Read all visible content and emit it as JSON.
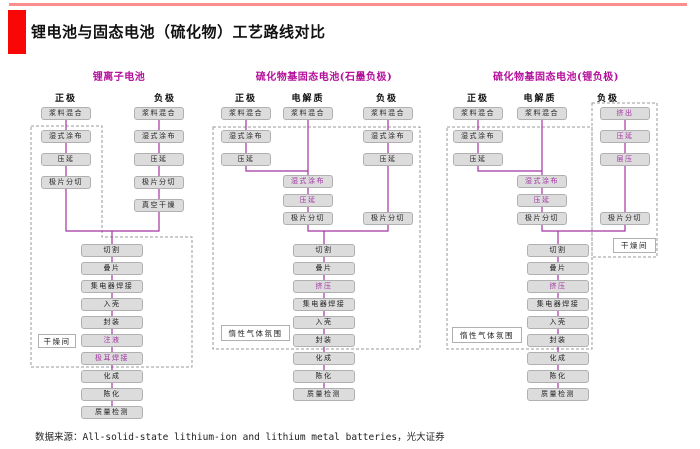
{
  "header": {
    "title": "锂电池与固态电池（硫化物）工艺路线对比"
  },
  "footer": {
    "source": "数据来源：All-solid-state lithium-ion and lithium metal batteries，光大证券"
  },
  "colors": {
    "accent_red": "#f90606",
    "top_line": "#fc8e8b",
    "flow_magenta": "#a233a2",
    "title_magenta": "#b5109b",
    "box_fill": "#dcdcdc",
    "box_border": "#b0b0b0",
    "zone_dashed": "#9a9a9a"
  },
  "sections": [
    {
      "title": "锂离子电池",
      "columns": [
        {
          "header": "正极",
          "steps": [
            {
              "label": "浆料混合",
              "highlight": false
            },
            {
              "label": "湿式涂布",
              "highlight": false
            },
            {
              "label": "压延",
              "highlight": false
            },
            {
              "label": "极片分切",
              "highlight": false
            }
          ]
        },
        {
          "header": "负极",
          "steps": [
            {
              "label": "浆料混合",
              "highlight": false
            },
            {
              "label": "湿式涂布",
              "highlight": false
            },
            {
              "label": "压延",
              "highlight": false
            },
            {
              "label": "极片分切",
              "highlight": false
            },
            {
              "label": "真空干燥",
              "highlight": false
            }
          ]
        }
      ],
      "merged_steps": [
        {
          "label": "切割",
          "highlight": false
        },
        {
          "label": "叠片",
          "highlight": false
        },
        {
          "label": "集电器焊接",
          "highlight": false
        },
        {
          "label": "入壳",
          "highlight": false
        },
        {
          "label": "封装",
          "highlight": false
        },
        {
          "label": "注液",
          "highlight": true
        },
        {
          "label": "极耳焊接",
          "highlight": true
        },
        {
          "label": "化成",
          "highlight": false
        },
        {
          "label": "陈化",
          "highlight": false
        },
        {
          "label": "质量检测",
          "highlight": false
        }
      ],
      "zone_labels": [
        {
          "label": "干燥间"
        }
      ]
    },
    {
      "title": "硫化物基固态电池(石墨负极)",
      "columns": [
        {
          "header": "正极",
          "steps": [
            {
              "label": "浆料混合",
              "highlight": false
            },
            {
              "label": "湿式涂布",
              "highlight": false
            },
            {
              "label": "压延",
              "highlight": false
            }
          ]
        },
        {
          "header": "电解质",
          "steps": [
            {
              "label": "浆料混合",
              "highlight": false
            },
            {
              "label": "湿式涂布",
              "highlight": true
            },
            {
              "label": "压延",
              "highlight": true
            },
            {
              "label": "极片分切",
              "highlight": false
            }
          ]
        },
        {
          "header": "负极",
          "steps": [
            {
              "label": "浆料混合",
              "highlight": false
            },
            {
              "label": "湿式涂布",
              "highlight": false
            },
            {
              "label": "压延",
              "highlight": false
            },
            {
              "label": "极片分切",
              "highlight": false
            }
          ]
        }
      ],
      "merged_steps": [
        {
          "label": "切割",
          "highlight": false
        },
        {
          "label": "叠片",
          "highlight": false
        },
        {
          "label": "挤压",
          "highlight": true
        },
        {
          "label": "集电器焊接",
          "highlight": false
        },
        {
          "label": "入壳",
          "highlight": false
        },
        {
          "label": "封装",
          "highlight": false
        },
        {
          "label": "化成",
          "highlight": false
        },
        {
          "label": "陈化",
          "highlight": false
        },
        {
          "label": "质量检测",
          "highlight": false
        }
      ],
      "zone_labels": [
        {
          "label": "惰性气体氛围"
        }
      ]
    },
    {
      "title": "硫化物基固态电池(锂负极)",
      "columns": [
        {
          "header": "正极",
          "steps": [
            {
              "label": "浆料混合",
              "highlight": false
            },
            {
              "label": "湿式涂布",
              "highlight": false
            },
            {
              "label": "压延",
              "highlight": false
            }
          ]
        },
        {
          "header": "电解质",
          "steps": [
            {
              "label": "浆料混合",
              "highlight": false
            },
            {
              "label": "湿式涂布",
              "highlight": true
            },
            {
              "label": "压延",
              "highlight": true
            },
            {
              "label": "极片分切",
              "highlight": false
            }
          ]
        },
        {
          "header": "负极",
          "steps": [
            {
              "label": "挤出",
              "highlight": true
            },
            {
              "label": "压延",
              "highlight": true
            },
            {
              "label": "层压",
              "highlight": true
            },
            {
              "label": "极片分切",
              "highlight": false
            }
          ]
        }
      ],
      "merged_steps": [
        {
          "label": "切割",
          "highlight": false
        },
        {
          "label": "叠片",
          "highlight": false
        },
        {
          "label": "挤压",
          "highlight": true
        },
        {
          "label": "集电器焊接",
          "highlight": false
        },
        {
          "label": "入壳",
          "highlight": false
        },
        {
          "label": "封装",
          "highlight": false
        },
        {
          "label": "化成",
          "highlight": false
        },
        {
          "label": "陈化",
          "highlight": false
        },
        {
          "label": "质量检测",
          "highlight": false
        }
      ],
      "zone_labels": [
        {
          "label": "惰性气体氛围"
        },
        {
          "label": "干燥间"
        }
      ]
    }
  ]
}
